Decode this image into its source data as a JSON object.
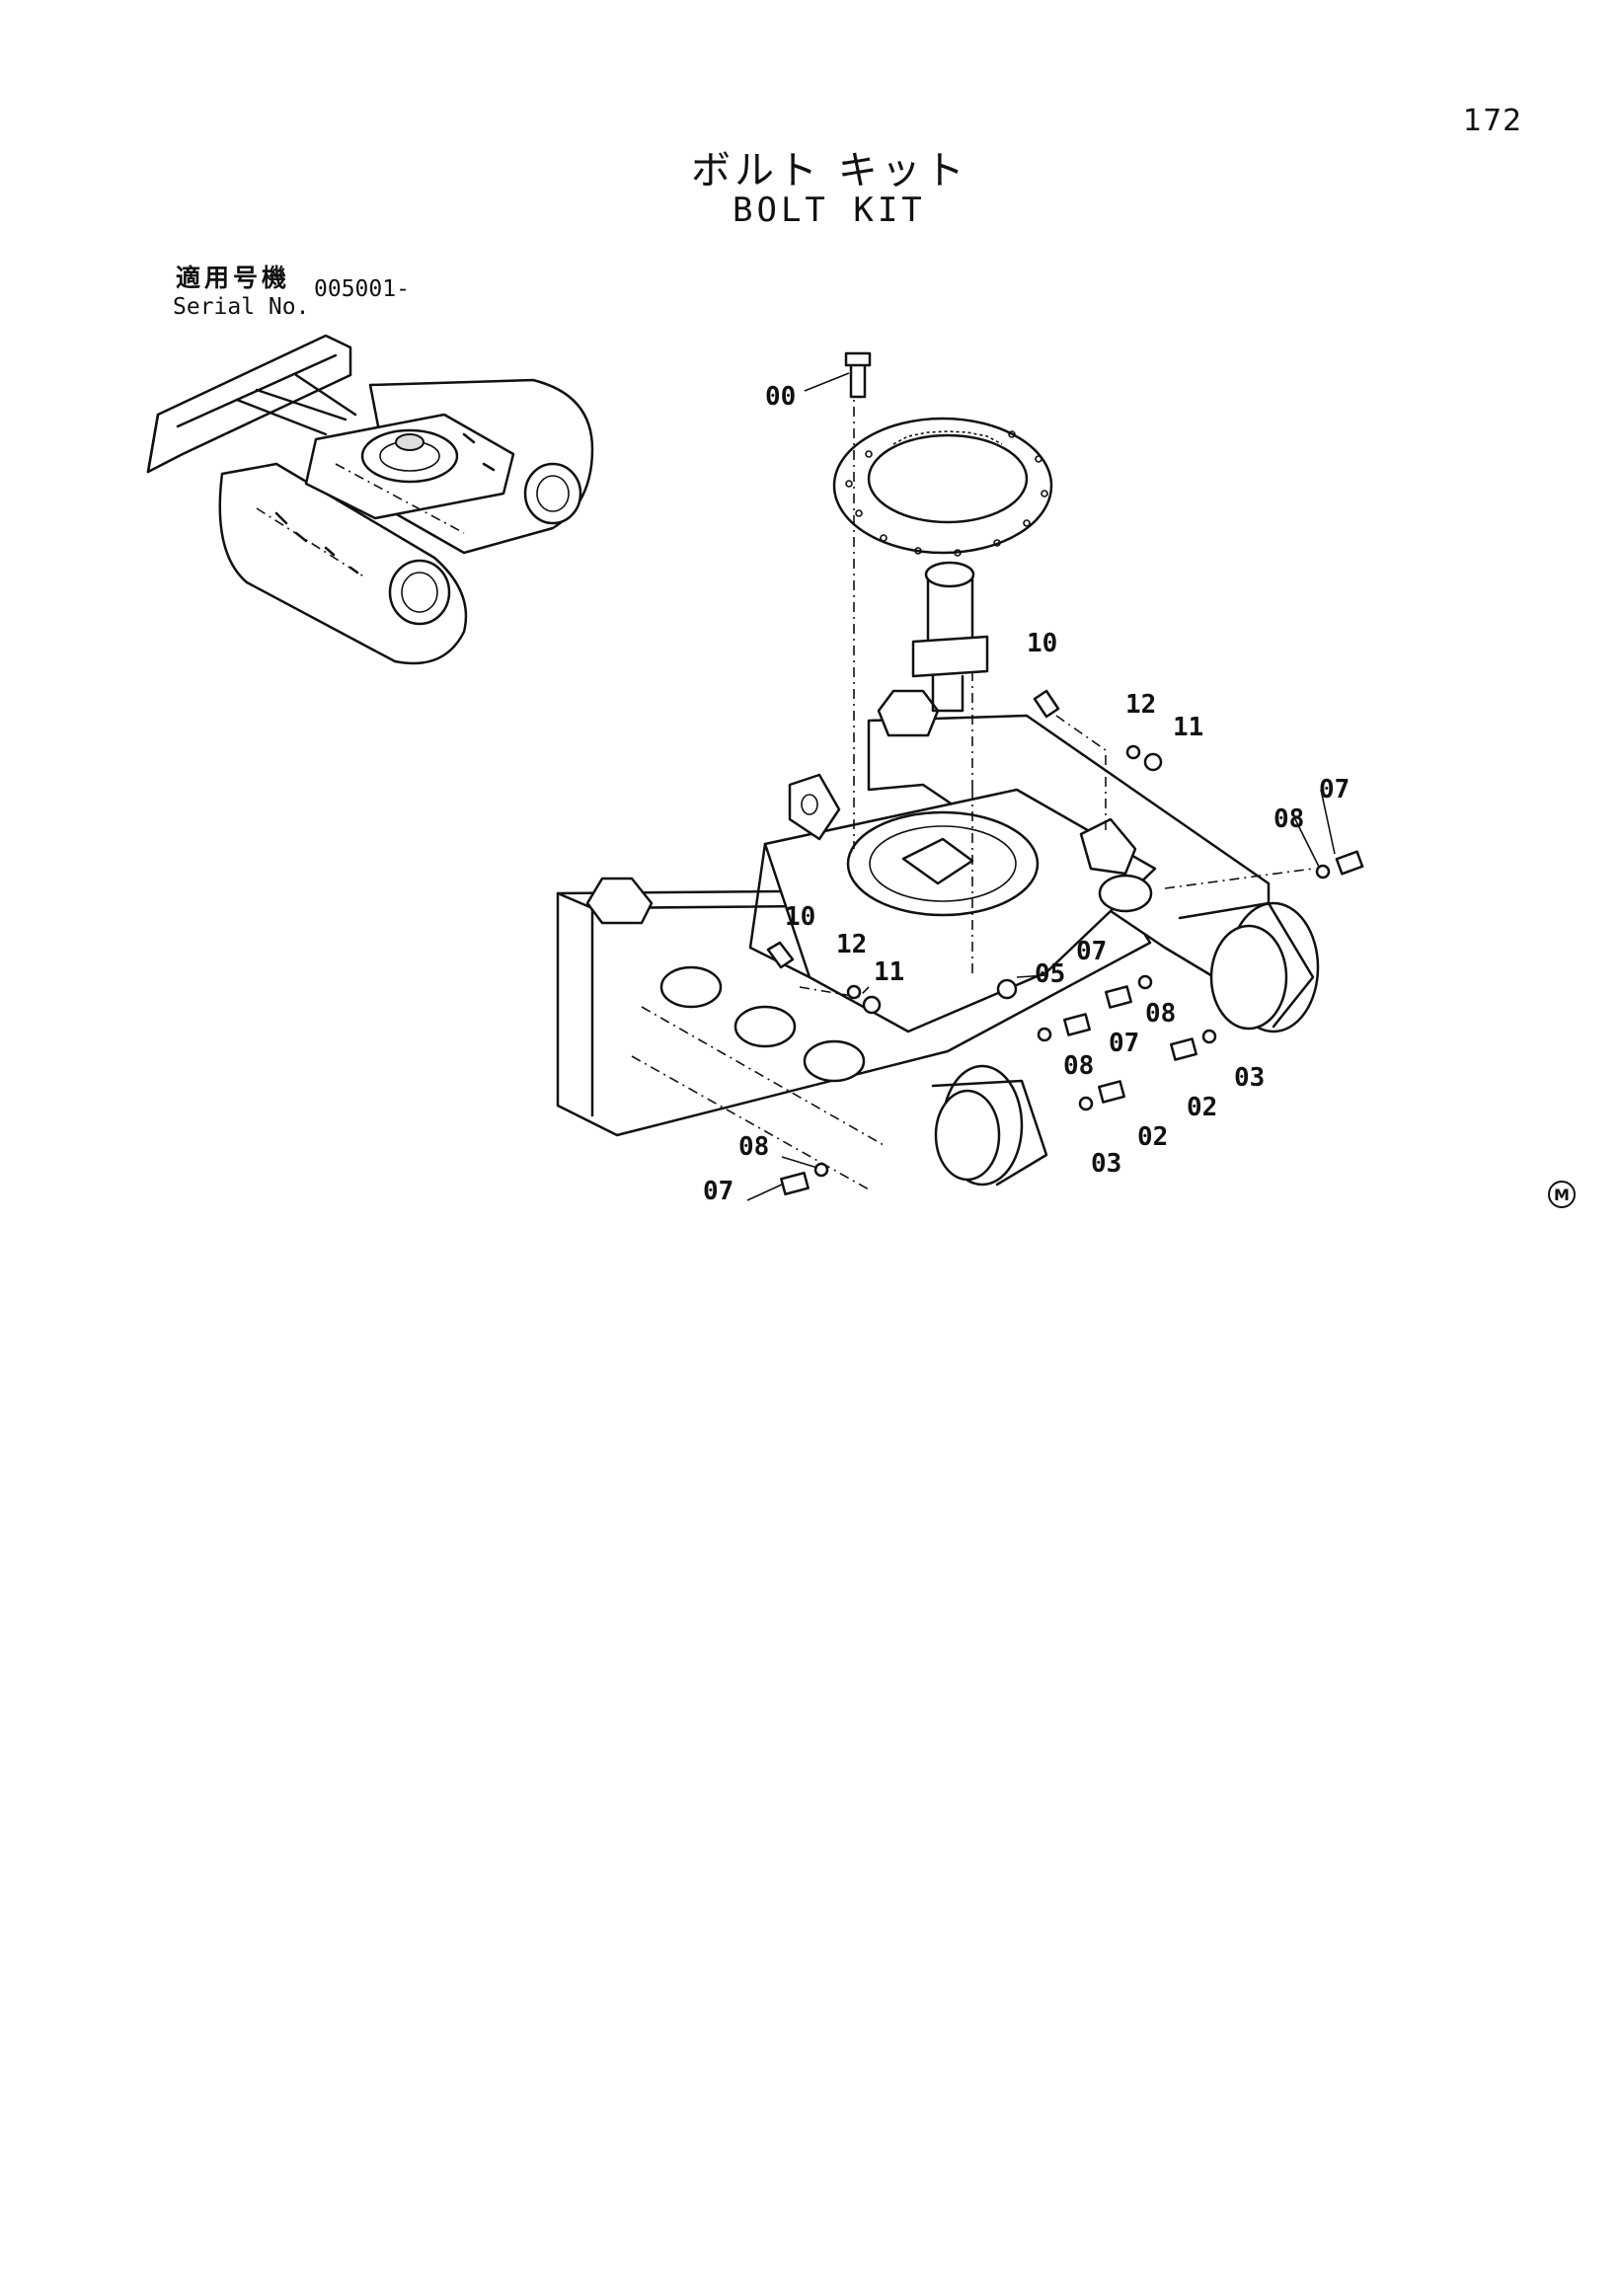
{
  "page_number": "172",
  "title_ja": "ボルト キット",
  "title_en": "BOLT KIT",
  "serial": {
    "label_ja": "適用号機",
    "label_en": "Serial No.",
    "value": "005001-"
  },
  "mark": "M",
  "parts": [
    {
      "id": "p00",
      "text": "00"
    },
    {
      "id": "p10a",
      "text": "10"
    },
    {
      "id": "p12a",
      "text": "12"
    },
    {
      "id": "p11a",
      "text": "11"
    },
    {
      "id": "p07a",
      "text": "07"
    },
    {
      "id": "p08a",
      "text": "08"
    },
    {
      "id": "p10b",
      "text": "10"
    },
    {
      "id": "p12b",
      "text": "12"
    },
    {
      "id": "p11b",
      "text": "11"
    },
    {
      "id": "p05",
      "text": "05"
    },
    {
      "id": "p07b",
      "text": "07"
    },
    {
      "id": "p08b",
      "text": "08"
    },
    {
      "id": "p07c",
      "text": "07"
    },
    {
      "id": "p08c",
      "text": "08"
    },
    {
      "id": "p03a",
      "text": "03"
    },
    {
      "id": "p02a",
      "text": "02"
    },
    {
      "id": "p02b",
      "text": "02"
    },
    {
      "id": "p03b",
      "text": "03"
    },
    {
      "id": "p08d",
      "text": "08"
    },
    {
      "id": "p07d",
      "text": "07"
    }
  ]
}
